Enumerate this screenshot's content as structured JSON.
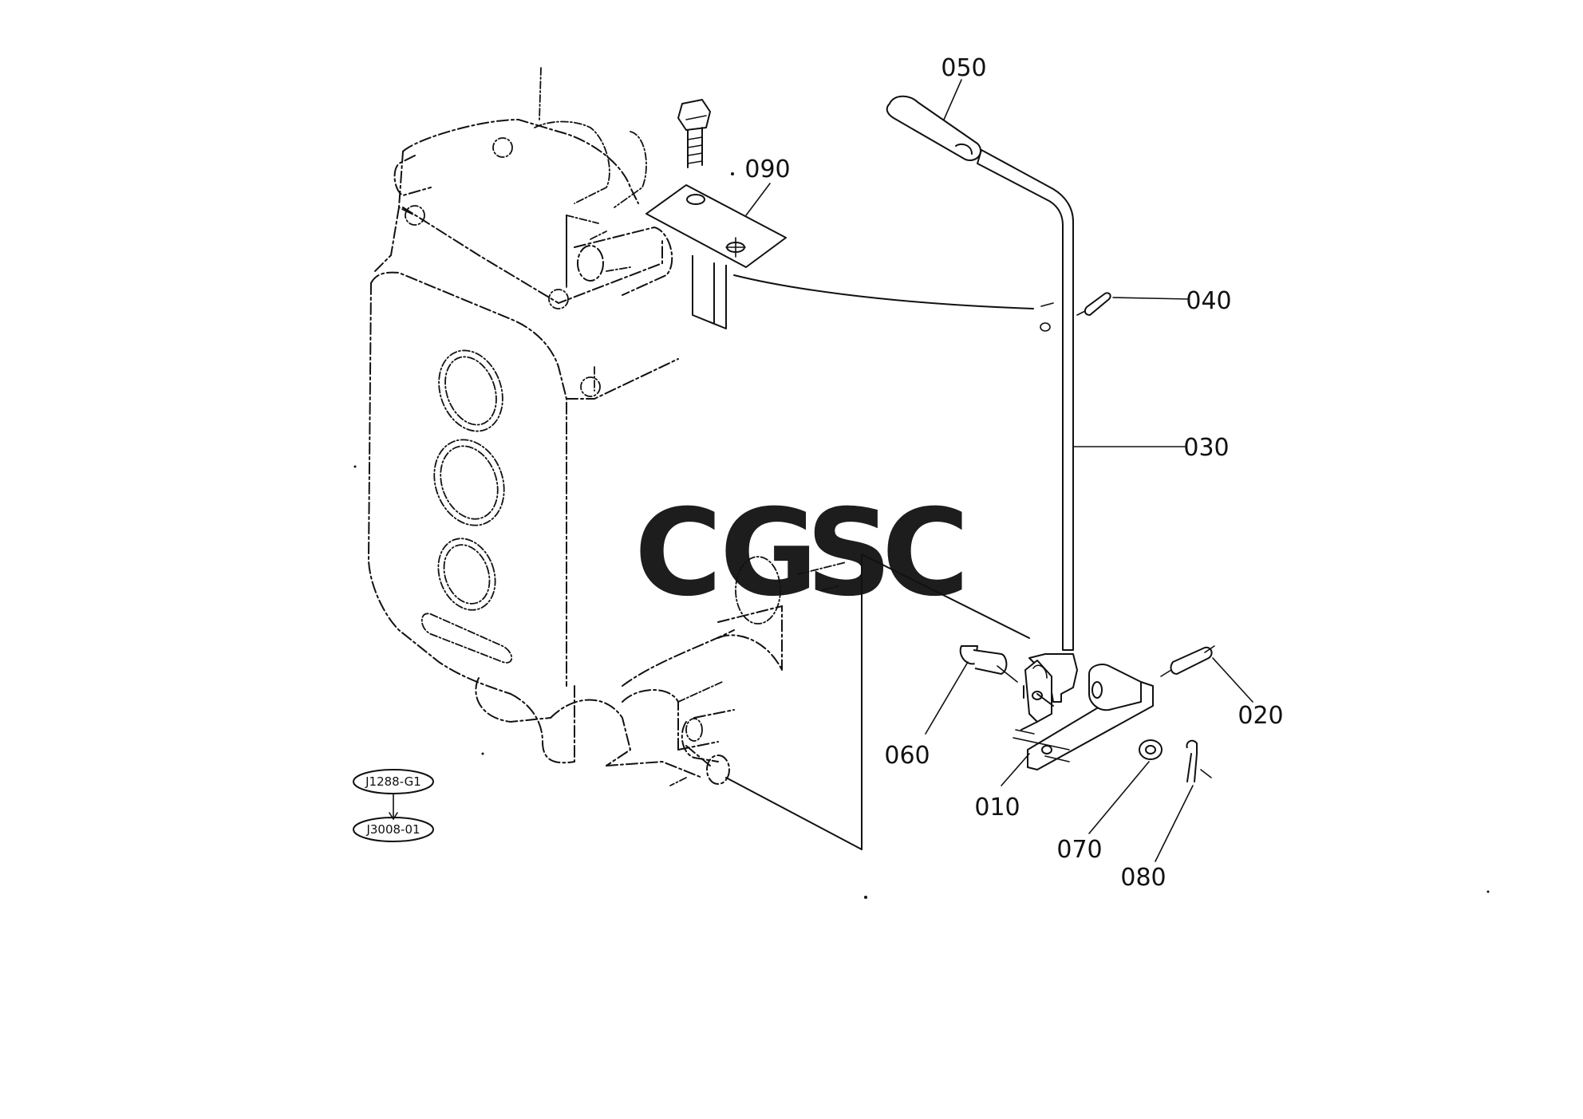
{
  "callouts": [
    {
      "id": "050",
      "text": "050"
    },
    {
      "id": "090",
      "text": "090"
    },
    {
      "id": "040",
      "text": "040"
    },
    {
      "id": "030",
      "text": "030"
    },
    {
      "id": "020",
      "text": "020"
    },
    {
      "id": "060",
      "text": "060"
    },
    {
      "id": "010",
      "text": "010"
    },
    {
      "id": "070",
      "text": "070"
    },
    {
      "id": "080",
      "text": "080"
    }
  ],
  "references": {
    "upper": "J1288-G1",
    "lower": "J3008-01"
  },
  "watermark": {
    "letters": [
      "C",
      "G",
      "S",
      "C"
    ],
    "colors": [
      "#7aa9f0",
      "#f08a86",
      "#f5d061",
      "#6cbf93"
    ]
  }
}
